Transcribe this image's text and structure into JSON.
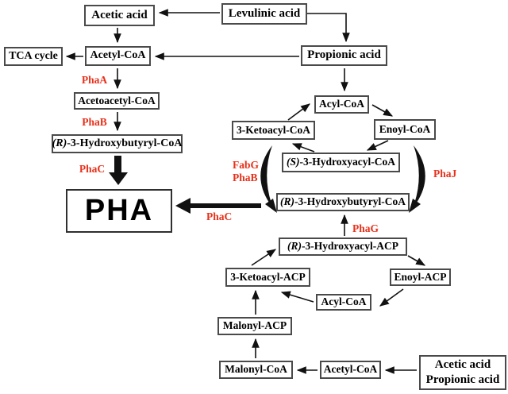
{
  "diagram_type": "metabolic-pathway",
  "colors": {
    "background": "#ffffff",
    "box_border": "#4a4a4a",
    "box_fill": "#ffffff",
    "text": "#000000",
    "enzyme_label": "#e8301a",
    "arrow": "#111111"
  },
  "nodes": {
    "acetic_acid_top": {
      "label": "Acetic acid"
    },
    "levulinic_acid": {
      "label": "Levulinic acid"
    },
    "tca_cycle": {
      "label": "TCA cycle"
    },
    "acetyl_coa_left": {
      "label": "Acetyl-CoA"
    },
    "propionic_acid": {
      "label": "Propionic acid"
    },
    "acetoacetyl_coa": {
      "label": "Acetoacetyl-CoA"
    },
    "r3_hydroxybutyryl_coa_left": {
      "prefix": "(R)",
      "rest": "-3-Hydroxybutyryl-CoA"
    },
    "pha": {
      "label": "PHA"
    },
    "acyl_coa_cycle": {
      "label": "Acyl-CoA"
    },
    "ketoacyl_coa": {
      "label": "3-Ketoacyl-CoA"
    },
    "enoyl_coa": {
      "label": "Enoyl-CoA"
    },
    "s3_hydroxyacyl_coa": {
      "prefix": "(S)",
      "rest": "-3-Hydroxyacyl-CoA"
    },
    "r3_hydroxybutyryl_coa_cycle": {
      "prefix": "(R)",
      "rest": "-3-Hydroxybutyryl-CoA"
    },
    "r3_hydroxyacyl_acp": {
      "prefix": "(R)",
      "rest": "-3-Hydroxyacyl-ACP"
    },
    "ketoacyl_acp": {
      "label": "3-Ketoacyl-ACP"
    },
    "enoyl_acp": {
      "label": "Enoyl-ACP"
    },
    "acyl_coa_bottom": {
      "label": "Acyl-CoA"
    },
    "malonyl_acp": {
      "label": "Malonyl-ACP"
    },
    "malonyl_coa": {
      "label": "Malonyl-CoA"
    },
    "acetyl_coa_bottom": {
      "label": "Acetyl-CoA"
    },
    "feed_box": {
      "line1": "Acetic acid",
      "line2": "Propionic acid"
    }
  },
  "enzymes": {
    "phaA": "PhaA",
    "phaB_left": "PhaB",
    "phaC_left": "PhaC",
    "fabG": "FabG",
    "phaB_cycle": "PhaB",
    "phaJ": "PhaJ",
    "phaC_mid": "PhaC",
    "phaG": "PhaG"
  }
}
